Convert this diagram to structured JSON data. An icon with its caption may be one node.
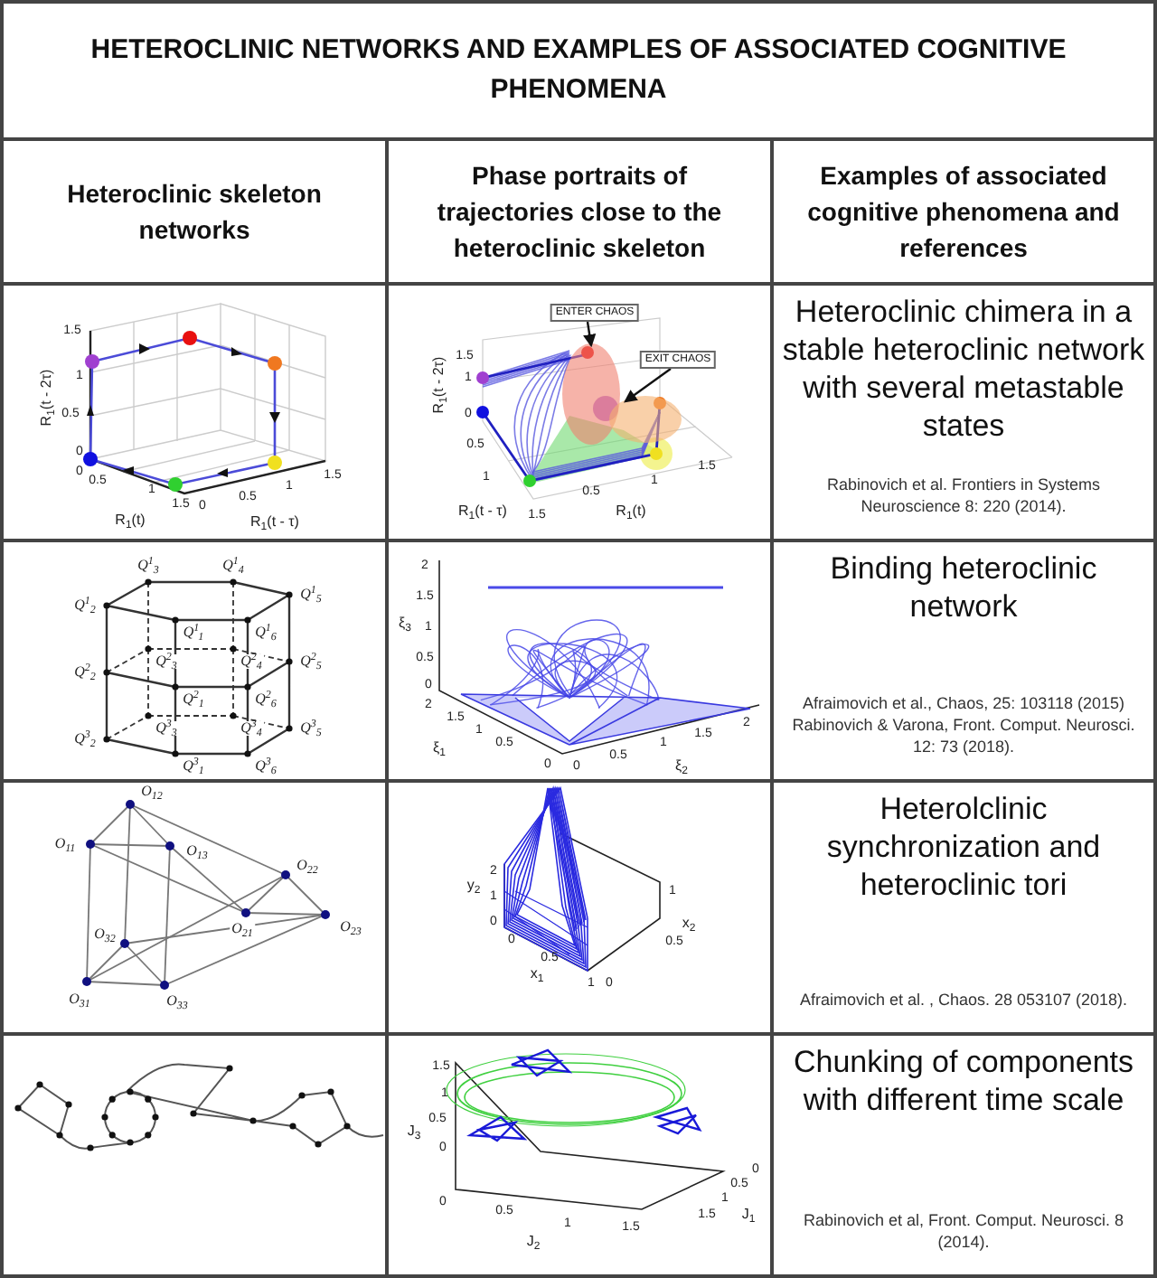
{
  "diagram": {
    "title": "HETEROCLINIC NETWORKS AND EXAMPLES OF ASSOCIATED COGNITIVE PHENOMENA",
    "nodes": [
      {
        "text": [
          "ENTER CHAOS"
        ]
      },
      {
        "text": [
          "EXIT CHAOS"
        ]
      },
      {
        "text": [],
        "shape": "ellipse"
      },
      {
        "text": [],
        "shape": "ellipse"
      }
    ],
    "edges": [
      {
        "from": 0,
        "to": 2,
        "arrow": "to"
      },
      {
        "from": 1,
        "to": 3,
        "arrow": "to"
      }
    ],
    "labels": [
      "Heteroclinic skeleton networks",
      "Phase portraits of trajectories close to the heteroclinic skeleton",
      "Examples of associated cognitive phenomena and references",
      "1.5",
      "1",
      "0.5",
      "0",
      "R$_{1}$(t - 2τ)",
      "0",
      "0.5",
      "1",
      "1.5",
      "R$_{1}$(t)",
      "0",
      "0.5",
      "1",
      "1.5",
      "R$_{1}$(t - τ)",
      "1.5",
      "1",
      "0",
      "R$_{1}$(t - 2τ)",
      "0.5",
      "1",
      "1.5",
      "R$_{1}$(t - τ)",
      "0.5",
      "1",
      "1.5",
      "R$_{1}$(t)",
      "Heteroclinic chimera in a stable heteroclinic network with several metastable states",
      "Rabinovich et al. Frontiers in Systems Neuroscience 8: 220 (2014).",
      "Q$^{1}$$_{3}$",
      "Q$^{1}$$_{4}$",
      "Q$^{1}$$_{2}$",
      "Q$^{1}$$_{5}$",
      "Q$^{1}$$_{1}$",
      "Q$^{1}$$_{6}$",
      "Q$^{2}$$_{3}$",
      "Q$^{2}$$_{4}$",
      "Q$^{2}$$_{2}$",
      "Q$^{2}$$_{5}$",
      "Q$^{2}$$_{1}$",
      "Q$^{2}$$_{6}$",
      "Q$^{3}$$_{3}$",
      "Q$^{3}$$_{4}$",
      "Q$^{3}$$_{2}$",
      "Q$^{3}$$_{5}$",
      "Q$^{3}$$_{1}$",
      "Q$^{3}$$_{6}$",
      "2",
      "1.5",
      "1",
      "0.5",
      "0",
      "ξ$_{3}$",
      "2",
      "1.5",
      "1",
      "0.5",
      "0",
      "ξ$_{1}$",
      "0",
      "0.5",
      "1",
      "1.5",
      "2",
      "ξ$_{2}$",
      "Binding heteroclinic network",
      "Afraimovich et al., Chaos, 25: 103118 (2015)",
      "Rabinovich & Varona, Front. Comput. Neurosci. 12: 73 (2018).",
      "O$_{12}$",
      "O$_{11}$",
      "O$_{13}$",
      "O$_{22}$",
      "O$_{21}$",
      "O$_{23}$",
      "O$_{32}$",
      "O$_{31}$",
      "O$_{33}$",
      "y$_{2}$",
      "2",
      "1",
      "0",
      "0",
      "0.5",
      "x$_{1}$",
      "1",
      "0",
      "0.5",
      "x$_{2}$",
      "1",
      "Heterolclinic synchronization and heteroclinic tori",
      "Afraimovich et al. , Chaos. 28 053107 (2018).",
      "1.5",
      "1",
      "0.5",
      "0",
      "J$_{3}$",
      "0",
      "0.5",
      "1",
      "1.5",
      "J$_{2}$",
      "0",
      "0.5",
      "1",
      "1.5",
      "J$_{1}$",
      "Chunking of components with different time scale",
      "Rabinovich et al, Front. Comput. Neurosci. 8 (2014)."
    ]
  }
}
